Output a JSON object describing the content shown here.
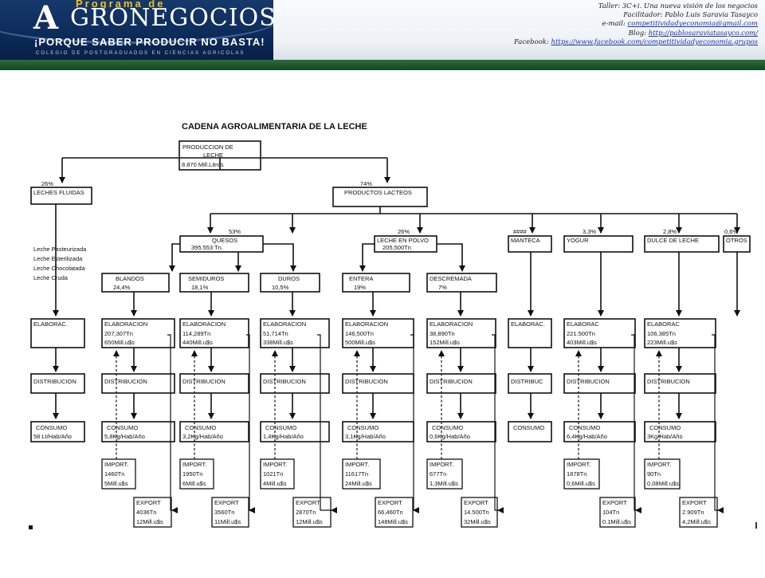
{
  "header": {
    "logo": {
      "program": "Programa de",
      "initial": "A",
      "word": "GRONEGOCIOS",
      "slogan": "¡PORQUE SABER PRODUCIR NO BASTA!",
      "college": "COLEGIO DE POSTGRADUADOS EN CIENCIAS AGRICOLAS"
    },
    "info": {
      "line1": "Taller: 3C+i. Una nueva visión de los negocios",
      "line2": "Facilitador: Pablo Luis Saravia Tasayco",
      "email_label": "e-mail: ",
      "email": "competitividadyeconomia@gmail.com",
      "blog_label": "Blog: ",
      "blog": "http://pablosaraviatasayco.com/",
      "facebook_label": "Facebook: ",
      "facebook": "https://www.facebook.com/competitividadyeconomia.grupos"
    },
    "colors": {
      "logo_bg": "#0c2b59",
      "accent": "#f3c21a",
      "rule": "#1e5a2c",
      "link": "#1b35a8"
    }
  },
  "diagram": {
    "title": "CADENA AGROALIMENTARIA DE LA LECHE",
    "root": {
      "line1": "PRODUCCION DE",
      "line2": "LECHE",
      "line3": "8.870 Mill.Litros"
    },
    "branches": [
      {
        "pct": "26%",
        "label": "LECHES FLUIDAS"
      },
      {
        "pct": "74%",
        "label": "PRODUCTOS LACTEOS"
      }
    ],
    "fluid_types": [
      "Leche Pasteurizada",
      "Leche Esterilizada",
      "Leche Chocolatada",
      "Leche Cruda"
    ],
    "products": [
      {
        "pct": "53%",
        "label": "QUESOS",
        "value": "395.553 Tn."
      },
      {
        "pct": "26%",
        "label": "LECHE EN POLVO",
        "value": "205,500Tn"
      },
      {
        "pct": "####",
        "label": "MANTECA"
      },
      {
        "pct": "3,3%",
        "label": "YOGUR"
      },
      {
        "pct": "2,8%",
        "label": "DULCE DE LECHE"
      },
      {
        "pct": "0,6%",
        "label": "OTROS"
      }
    ],
    "subtypes": [
      {
        "label": "BLANDOS",
        "pct": "24,4%"
      },
      {
        "label": "SEMIDUROS",
        "pct": "18,1%"
      },
      {
        "label": "DUROS",
        "pct": "10,5%"
      },
      {
        "label": "ENTERA",
        "pct": "19%"
      },
      {
        "label": "DESCREMADA",
        "pct": "7%"
      }
    ],
    "elaboration": [
      {
        "label": "ELABORAC.",
        "v1": "",
        "v2": ""
      },
      {
        "label": "ELABORACION",
        "v1": "207,307Tn",
        "v2": "650Mill.u$s"
      },
      {
        "label": "ELABORACION",
        "v1": "114,289Tn",
        "v2": "440Mill.u$s"
      },
      {
        "label": "ELABORACION",
        "v1": "51,714Tn",
        "v2": "338Mill.u$s"
      },
      {
        "label": "ELABORACION",
        "v1": "146,500Tn",
        "v2": "500Mill.u$s"
      },
      {
        "label": "ELABORACION",
        "v1": "38,890Tn",
        "v2": "152Mill.u$s"
      },
      {
        "label": "ELABORAC.",
        "v1": "",
        "v2": ""
      },
      {
        "label": "ELABORAC",
        "v1": "221.500Tn",
        "v2": "403Mill.u$s"
      },
      {
        "label": "ELABORAC",
        "v1": "106,385Tn",
        "v2": "223Mill.u$s"
      }
    ],
    "distribution": [
      "DISTRIBUCION",
      "DISTRIBUCION",
      "DISTRIBUCION",
      "DISTRIBUCION",
      "DISTRIBUCION",
      "DISTRIBUCION",
      "DISTRIBUC",
      "DISTRIBUCION",
      "DISTRIBUCION"
    ],
    "consumption": [
      {
        "label": "CONSUMO",
        "value": "58 Lt/Hab/Año"
      },
      {
        "label": "CONSUMO",
        "value": "5,8Kg/Hab/Año"
      },
      {
        "label": "CONSUMO",
        "value": "3,2Kg/Hab/Año"
      },
      {
        "label": "CONSUMO",
        "value": "1,4Kg/Hab/Año"
      },
      {
        "label": "CONSUMO",
        "value": "3,1Kg/Hab/Año"
      },
      {
        "label": "CONSUMO",
        "value": "0,6Kg/Hab/Año"
      },
      {
        "label": "CONSUMO",
        "value": ""
      },
      {
        "label": "CONSUMO",
        "value": "6,4Kg/Hab/Año"
      },
      {
        "label": "CONSUMO",
        "value": "3Kg/Hab/Año"
      }
    ],
    "imports": [
      {
        "label": "IMPORT.",
        "tn": "1460Tn",
        "val": "5Mill.u$s"
      },
      {
        "label": "IMPORT.",
        "tn": "1950Tn",
        "val": "6Mill.u$s"
      },
      {
        "label": "IMPORT.",
        "tn": "1021Tn",
        "val": "4Mill.u$s"
      },
      {
        "label": "IMPORT.",
        "tn": "11617Tn",
        "val": "24Mill.u$s"
      },
      {
        "label": "IMPORT.",
        "tn": "677Tn",
        "val": "1,3Mill.u$s"
      },
      {
        "label": "IMPORT.",
        "tn": "1878Tn",
        "val": "0,6Mill.u$s"
      },
      {
        "label": "IMPORT.",
        "tn": "90Tn",
        "val": "0,08Mill.u$s"
      }
    ],
    "exports": [
      {
        "label": "EXPORT",
        "tn": "4036Tn",
        "val": "12Mill.u$s"
      },
      {
        "label": "EXPORT",
        "tn": "3560Tn",
        "val": "11Mill.u$s"
      },
      {
        "label": "EXPORT",
        "tn": "2870Tn",
        "val": "12Mill.u$s"
      },
      {
        "label": "EXPORT",
        "tn": "66,460Tn",
        "val": "148Mill.u$s"
      },
      {
        "label": "EXPORT",
        "tn": "14.500Tn",
        "val": "32Mill.u$s"
      },
      {
        "label": "EXPORT",
        "tn": "104Tn",
        "val": "0.1Mill.u$s"
      },
      {
        "label": "EXPORT",
        "tn": "2.909Tn",
        "val": "4,2Mill.u$s"
      }
    ]
  }
}
